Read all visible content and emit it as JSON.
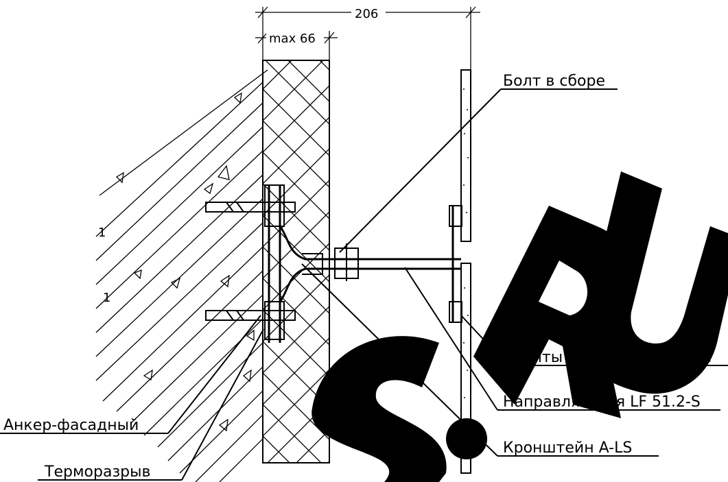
{
  "dimensions": {
    "overall": "206",
    "insulation": "max 66"
  },
  "callouts": {
    "bolt": "Болт в сборе",
    "tiles": "Плиты керамогранитные",
    "guide": "Направляющая LF 51.2-S",
    "bracket": "Кронштейн A-LS",
    "anchor": "Анкер-фасадный",
    "thermal_break": "Терморазрыв"
  },
  "markers": [
    "1",
    "1"
  ],
  "watermark": "S.RU"
}
